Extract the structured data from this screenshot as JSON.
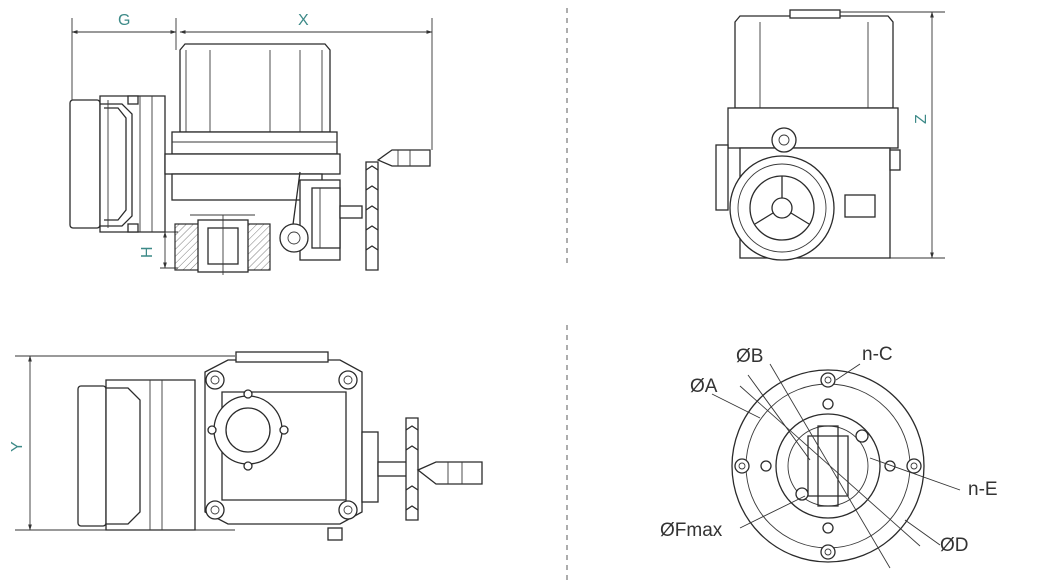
{
  "labels": {
    "g": "G",
    "x": "X",
    "h": "H",
    "z": "Z",
    "y": "Y",
    "b": "ØB",
    "a": "ØA",
    "n_c": "n-C",
    "n_e": "n-E",
    "fmax": "ØFmax",
    "d": "ØD"
  },
  "colors": {
    "line": "#2b2b2b",
    "dimension_label": "#3d8a88",
    "separator": "#8a8a8a"
  }
}
